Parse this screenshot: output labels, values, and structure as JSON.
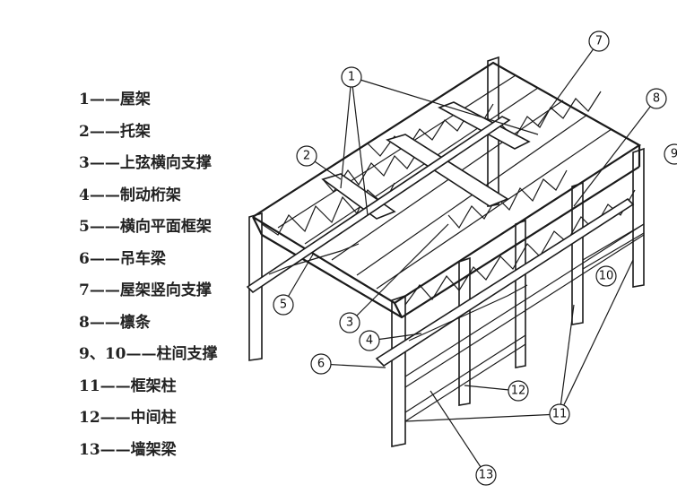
{
  "legend": [
    {
      "id": "1",
      "text": "1——屋架"
    },
    {
      "id": "2",
      "text": "2——托架"
    },
    {
      "id": "3",
      "text": "3——上弦横向支撑"
    },
    {
      "id": "4",
      "text": "4——制动桁架"
    },
    {
      "id": "5",
      "text": "5——横向平面框架"
    },
    {
      "id": "6",
      "text": "6——吊车梁"
    },
    {
      "id": "7",
      "text": "7——屋架竖向支撑"
    },
    {
      "id": "8",
      "text": "8——檩条"
    },
    {
      "id": "9-10",
      "text": "9、10——柱间支撑"
    },
    {
      "id": "11",
      "text": "11——框架柱"
    },
    {
      "id": "12",
      "text": "12——中间柱"
    },
    {
      "id": "13",
      "text": "13——墙架梁"
    }
  ],
  "callouts": [
    "1",
    "2",
    "3",
    "4",
    "5",
    "6",
    "7",
    "8",
    "9",
    "10",
    "11",
    "12",
    "13"
  ]
}
